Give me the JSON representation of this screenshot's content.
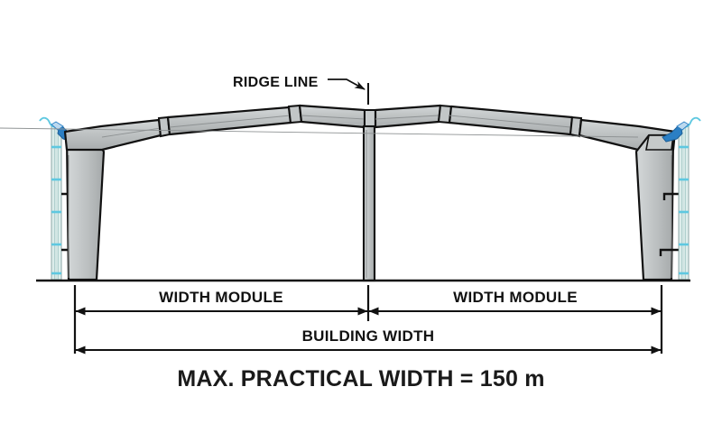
{
  "diagram": {
    "title_caption": "MAX. PRACTICAL WIDTH = 150 m",
    "callouts": {
      "ridge_line": "RIDGE LINE"
    },
    "dimensions": {
      "width_module_left": "WIDTH MODULE",
      "width_module_right": "WIDTH MODULE",
      "building_width": "BUILDING WIDTH"
    },
    "colors": {
      "steel_fill": "#b9bdbe",
      "steel_fill_light": "#cfd3d4",
      "steel_outline": "#111111",
      "wall_panel": "#cfe4e2",
      "wall_accent": "#5ec8e0",
      "gutter_blue": "#2b7fc4",
      "ground_line": "#111111",
      "dimension_line": "#111111",
      "background": "#ffffff"
    },
    "parts": {
      "ridge_apex": "ridge-apex",
      "center_column": "center-column",
      "left_rafter": "left-rafter",
      "right_rafter": "right-rafter",
      "left_column": "left-tapered-column",
      "right_column": "right-tapered-column",
      "left_wall_panel": "left-wall-panel",
      "right_wall_panel": "right-wall-panel",
      "left_eave_gutter": "left-eave-gutter",
      "right_eave_gutter": "right-eave-gutter",
      "ground": "ground-line"
    }
  }
}
